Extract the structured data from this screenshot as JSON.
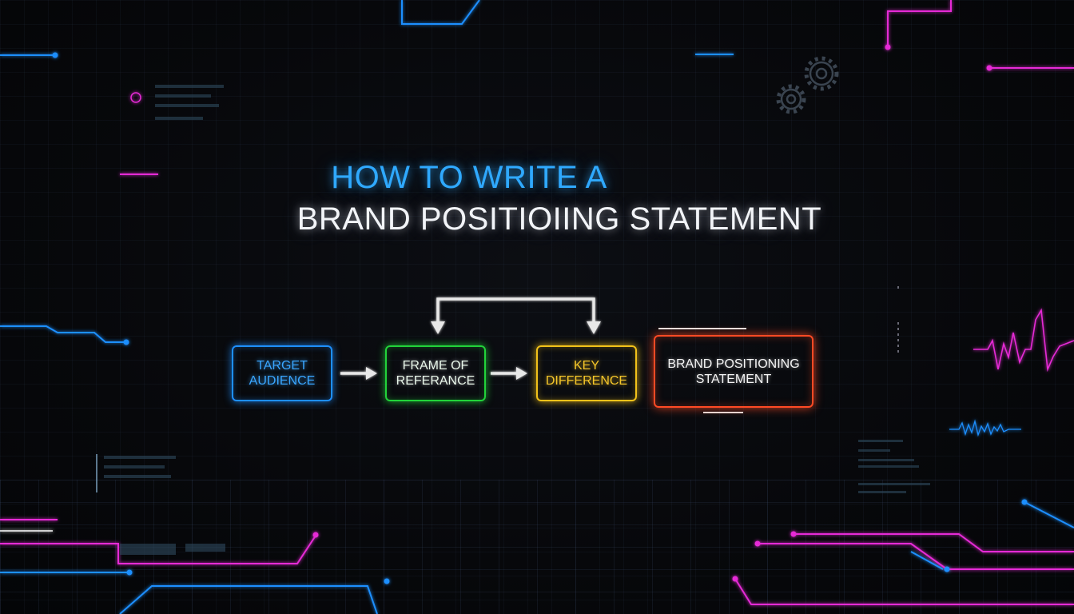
{
  "title": {
    "line1": "HOW TO WRITE A",
    "line2": "BRAND POSITIOIING STATEMENT"
  },
  "diagram": {
    "nodes": [
      {
        "id": "target-audience",
        "label": "TARGET AUDIENCE",
        "color": "#1e8fff"
      },
      {
        "id": "frame-of-reference",
        "label": "FRAME OF REFERANCE",
        "color": "#22d33a"
      },
      {
        "id": "key-difference",
        "label": "KEY DIFFERENCE",
        "color": "#f2c21a"
      },
      {
        "id": "brand-positioning-statement",
        "label": "BRAND POSITIONING STATEMENT",
        "color": "#ff4a24"
      }
    ],
    "edges": [
      {
        "from": "target-audience",
        "to": "frame-of-reference"
      },
      {
        "from": "frame-of-reference",
        "to": "key-difference"
      },
      {
        "from": "key-difference",
        "to": "frame-of-reference",
        "style": "bracket-loop"
      }
    ]
  },
  "colors": {
    "background": "#07080b",
    "accent_blue": "#1e8fff",
    "accent_magenta": "#e62ad6",
    "arrow": "#e8e8e8"
  },
  "icons": [
    "gear-icon",
    "waveform-icon"
  ]
}
